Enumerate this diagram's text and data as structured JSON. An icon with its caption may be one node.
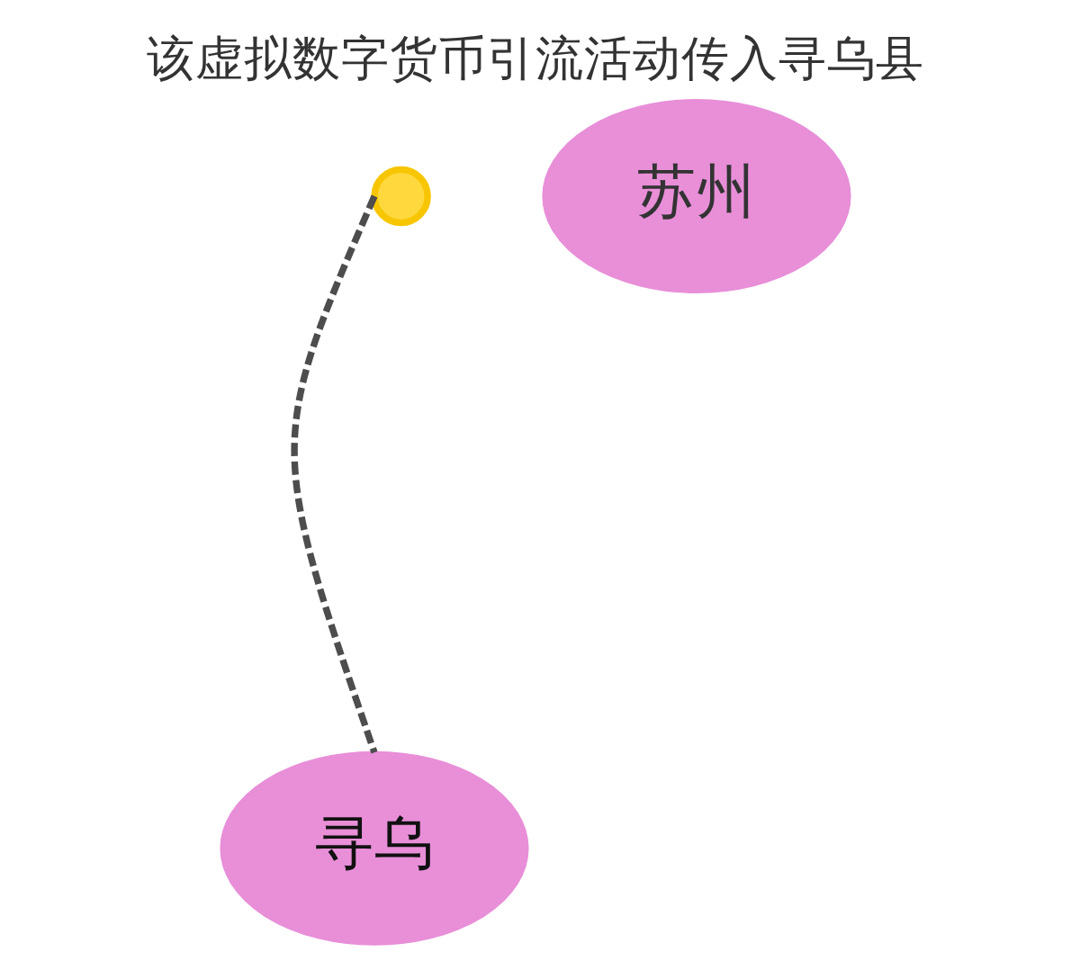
{
  "diagram": {
    "title": "该虚拟数字货币引流活动传入寻乌县",
    "nodes": [
      {
        "text": [
          "苏州"
        ]
      },
      {
        "text": [
          "寻乌"
        ]
      },
      {
        "text": [],
        "shape": "circle"
      }
    ],
    "edges": [
      {
        "from": 2,
        "to": 1,
        "arrow": "none",
        "style": "dashed"
      }
    ]
  }
}
